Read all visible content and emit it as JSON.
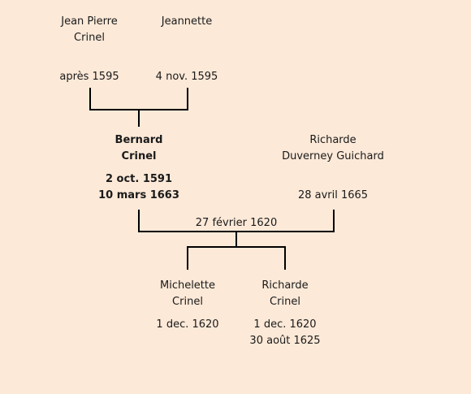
{
  "tree": {
    "father": {
      "name_line1": "Jean Pierre",
      "name_line2": "Crinel",
      "date": "après 1595"
    },
    "mother": {
      "name_line1": "Jeannette",
      "date": "4 nov. 1595"
    },
    "subject": {
      "name_line1": "Bernard",
      "name_line2": "Crinel",
      "birth": "2 oct. 1591",
      "death": "10 mars 1663"
    },
    "spouse": {
      "name_line1": "Richarde",
      "name_line2": "Duverney Guichard",
      "death": "28 avril 1665"
    },
    "marriage_date": "27 février 1620",
    "children": [
      {
        "name_line1": "Michelette",
        "name_line2": "Crinel",
        "birth": "1 dec. 1620"
      },
      {
        "name_line1": "Richarde",
        "name_line2": "Crinel",
        "birth": "1 dec. 1620",
        "death": "30 août 1625"
      }
    ]
  }
}
